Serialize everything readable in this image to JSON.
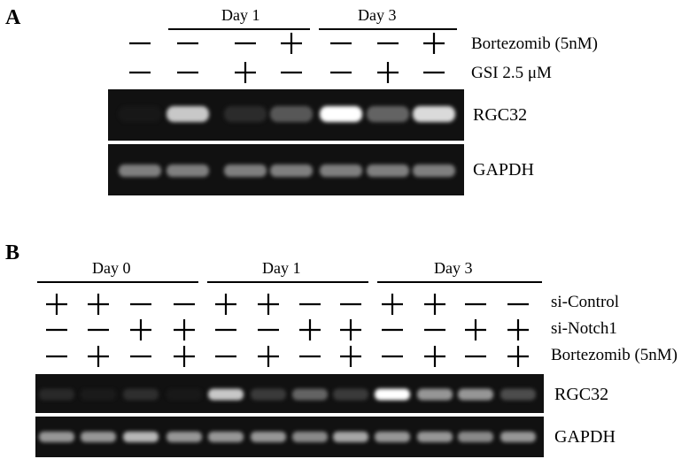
{
  "panel_a": {
    "letter": "A",
    "groups": [
      "Day 1",
      "Day 3"
    ],
    "conditions": [
      {
        "label": "Bortezomib (5nM)",
        "signs": [
          "−",
          "−",
          "−",
          "+",
          "−",
          "−",
          "+"
        ]
      },
      {
        "label": "GSI 2.5 μM",
        "signs": [
          "−",
          "−",
          "+",
          "−",
          "−",
          "+",
          "−"
        ]
      }
    ],
    "bands": [
      {
        "label": "RGC32",
        "intensities": [
          0.02,
          0.85,
          0.2,
          0.45,
          1.0,
          0.5,
          0.9
        ]
      },
      {
        "label": "GAPDH",
        "intensities": [
          0.62,
          0.62,
          0.62,
          0.62,
          0.62,
          0.62,
          0.62
        ]
      }
    ]
  },
  "panel_b": {
    "letter": "B",
    "groups": [
      "Day 0",
      "Day 1",
      "Day 3"
    ],
    "conditions": [
      {
        "label": "si-Control",
        "signs": [
          "+",
          "+",
          "−",
          "−",
          "+",
          "+",
          "−",
          "−",
          "+",
          "+",
          "−",
          "−"
        ]
      },
      {
        "label": "si-Notch1",
        "signs": [
          "−",
          "−",
          "+",
          "+",
          "−",
          "−",
          "+",
          "+",
          "−",
          "−",
          "+",
          "+"
        ]
      },
      {
        "label": "Bortezomib (5nM)",
        "signs": [
          "−",
          "+",
          "−",
          "+",
          "−",
          "+",
          "−",
          "+",
          "−",
          "+",
          "−",
          "+"
        ]
      }
    ],
    "bands": [
      {
        "label": "RGC32",
        "intensities": [
          0.18,
          0.05,
          0.22,
          0.03,
          0.85,
          0.3,
          0.5,
          0.3,
          1.0,
          0.7,
          0.7,
          0.4
        ]
      },
      {
        "label": "GAPDH",
        "intensities": [
          0.7,
          0.7,
          0.8,
          0.7,
          0.7,
          0.7,
          0.65,
          0.75,
          0.7,
          0.7,
          0.65,
          0.7
        ]
      }
    ]
  }
}
